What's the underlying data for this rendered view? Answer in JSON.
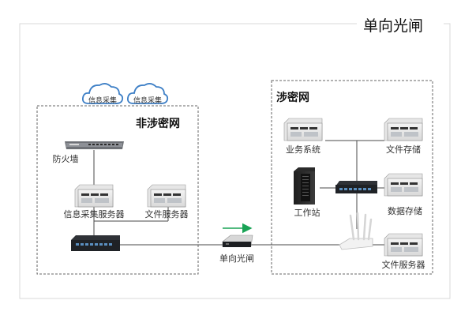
{
  "diagram": {
    "title": "单向光闸",
    "zones": {
      "non_classified": {
        "label": "非涉密网"
      },
      "classified": {
        "label": "涉密网"
      }
    },
    "clouds": [
      {
        "label": "信息采集"
      },
      {
        "label": "信息采集"
      }
    ],
    "nodes": {
      "firewall": {
        "label": "防火墙",
        "icon": "firewall-icon"
      },
      "collection_server": {
        "label": "信息采集服务器",
        "icon": "server-icon"
      },
      "file_server_left": {
        "label": "文件服务器",
        "icon": "server-icon"
      },
      "switch_left": {
        "label": "",
        "icon": "switch-icon"
      },
      "gateway": {
        "label": "单向光闸",
        "icon": "optical-gateway-icon"
      },
      "business_system": {
        "label": "业务系统",
        "icon": "server-icon"
      },
      "file_storage": {
        "label": "文件存储",
        "icon": "server-icon"
      },
      "workstation": {
        "label": "工作站",
        "icon": "workstation-tower-icon"
      },
      "switch_right": {
        "label": "",
        "icon": "switch-icon"
      },
      "data_storage": {
        "label": "数据存储",
        "icon": "server-icon"
      },
      "router": {
        "label": "",
        "icon": "wireless-router-icon"
      },
      "file_server_right": {
        "label": "文件服务器",
        "icon": "server-icon"
      }
    },
    "colors": {
      "arrow": "#19a355",
      "line": "#4a4a4a",
      "zone_border": "#666666",
      "cloud_stroke": "#3d7fc6",
      "outer_frame": "#d8d8d8"
    }
  }
}
